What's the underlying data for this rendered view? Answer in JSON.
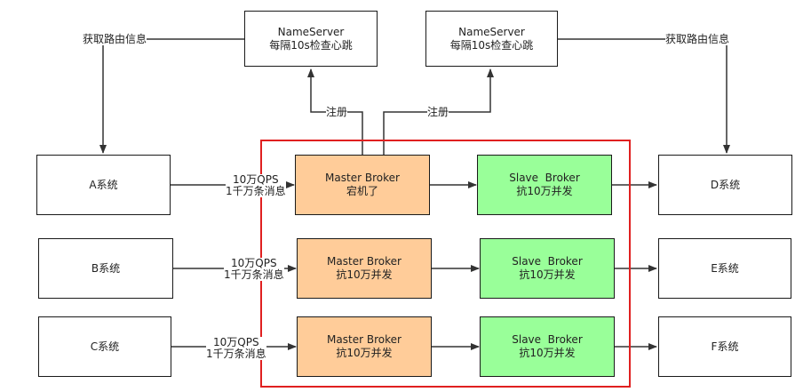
{
  "nameservers": [
    {
      "title": "NameServer",
      "subtitle": "每隔10s检查心跳"
    },
    {
      "title": "NameServer",
      "subtitle": "每隔10s检查心跳"
    }
  ],
  "producers": [
    "A系统",
    "B系统",
    "C系统"
  ],
  "consumers": [
    "D系统",
    "E系统",
    "F系统"
  ],
  "brokers": [
    {
      "master_title": "Master Broker",
      "master_status": "宕机了",
      "slave_title": "Slave  Broker",
      "slave_status": "抗10万并发"
    },
    {
      "master_title": "Master Broker",
      "master_status": "抗10万并发",
      "slave_title": "Slave  Broker",
      "slave_status": "抗10万并发"
    },
    {
      "master_title": "Master Broker",
      "master_status": "抗10万并发",
      "slave_title": "Slave  Broker",
      "slave_status": "抗10万并发"
    }
  ],
  "edge_labels": {
    "get_route_left": "获取路由信息",
    "get_route_right": "获取路由信息",
    "register_left": "注册",
    "register_right": "注册",
    "qps": [
      "10万QPS",
      "10万QPS",
      "10万QPS"
    ],
    "messages": [
      "1千万条消息",
      "1千万条消息",
      "1千万条消息"
    ]
  },
  "colors": {
    "master": "#ffcc99",
    "slave": "#99ff99",
    "highlight_frame": "#e02020",
    "line": "#333333"
  }
}
